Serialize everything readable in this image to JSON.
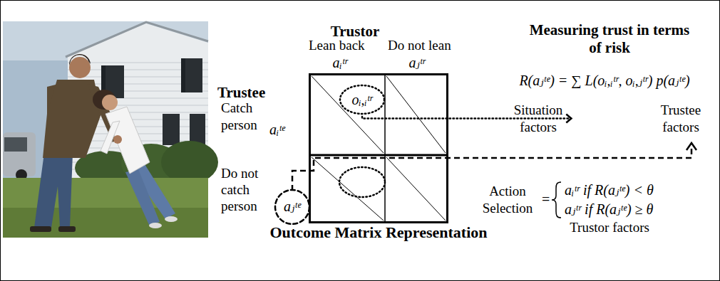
{
  "diagram": {
    "nodes": [
      {
        "text": [
          "Outcome Matrix Representation"
        ]
      },
      {
        "text": [
          "oᵢ,ᵢᵗʳ"
        ],
        "in": 0
      },
      {
        "text": [
          "aⱼᵗᵉ"
        ]
      }
    ],
    "labels": [
      "Trustor",
      "Lean back",
      "Do not lean",
      "aᵢᵗʳ",
      "aⱼᵗʳ",
      "Trustee",
      "Catch person",
      "aᵢᵗᵉ",
      "Do not catch person",
      "Measuring trust in terms of risk",
      "R(aⱼᵗᵉ) = ∑ L(oᵢ,ᵢᵗʳ, oᵢ,ⱼᵗʳ) p(aⱼᵗᵉ)",
      "Situation factors",
      "Trustee factors",
      "Action Selection",
      "=",
      "aᵢᵗʳ if R(aⱼᵗᵉ) < θ",
      "aⱼᵗʳ if R(aⱼᵗᵉ) ≥ θ",
      "Trustor factors"
    ]
  }
}
